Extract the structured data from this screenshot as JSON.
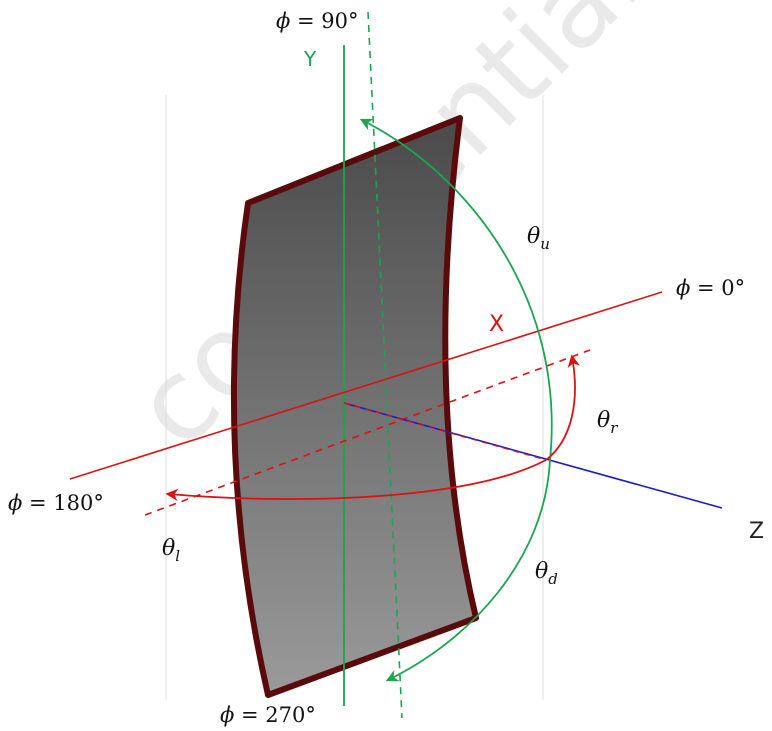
{
  "watermark": "confidential",
  "axes": {
    "x": {
      "name": "X",
      "color": "#dd1111"
    },
    "y": {
      "name": "Y",
      "color": "#1aa64f"
    },
    "z": {
      "name": "Z",
      "color": "#1a1acc"
    }
  },
  "labels": {
    "phi_90": {
      "sym": "ϕ",
      "rest": " = 90°"
    },
    "phi_0": {
      "sym": "ϕ",
      "rest": " = 0°"
    },
    "phi_180": {
      "sym": "ϕ",
      "rest": " = 180°"
    },
    "phi_270": {
      "sym": "ϕ",
      "rest": " = 270°"
    },
    "theta_u": {
      "sym": "θ",
      "sub": "u"
    },
    "theta_r": {
      "sym": "θ",
      "sub": "r"
    },
    "theta_l": {
      "sym": "θ",
      "sub": "l"
    },
    "theta_d": {
      "sym": "θ",
      "sub": "d"
    }
  },
  "colors": {
    "surface_border": "#5a0a0a",
    "surface_top": "#4a4a4a",
    "surface_bottom": "#9a9a9a",
    "guide_lines": "#dddddd"
  }
}
